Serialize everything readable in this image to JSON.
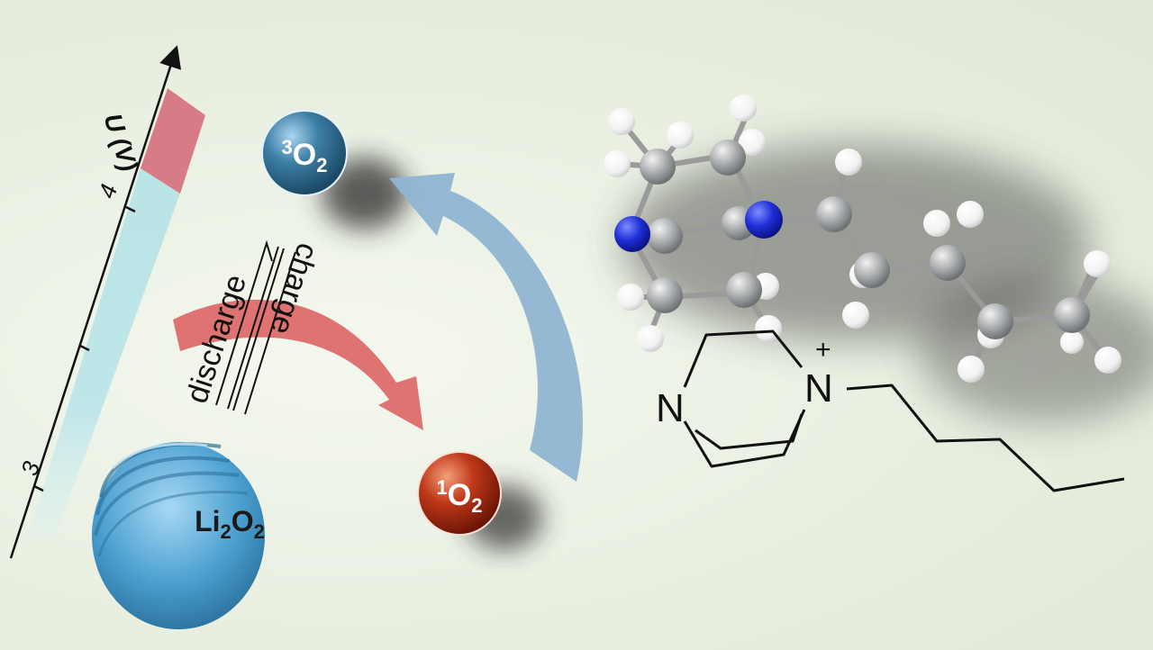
{
  "voltage_axis": {
    "label": "U (V)",
    "ticks": [
      "4",
      "3"
    ],
    "colors": {
      "low": "#b9e4e6",
      "high": "#d77c86"
    }
  },
  "reaction": {
    "discharge_label": "discharge",
    "charge_label": "charge",
    "arrow_red_color": "#dc6b6b",
    "arrow_blue_color": "#8fb4d2"
  },
  "species": {
    "triplet_oxygen": {
      "sup": "3",
      "base": "O",
      "sub": "2",
      "color": "#2e6d93"
    },
    "singlet_oxygen": {
      "sup": "1",
      "base": "O",
      "sub": "2",
      "color": "#b3300f"
    },
    "lithium_peroxide": {
      "base1": "Li",
      "sub1": "2",
      "base2": "O",
      "sub2": "2",
      "color": "#4a9fd0"
    }
  },
  "molecule": {
    "structure_labels": {
      "nitrogen_left": "N",
      "nitrogen_right": "N",
      "charge": "+"
    },
    "atom_colors": {
      "carbon": "#9fa3a5",
      "hydrogen": "#ffffff",
      "nitrogen": "#1f2fd6"
    }
  }
}
